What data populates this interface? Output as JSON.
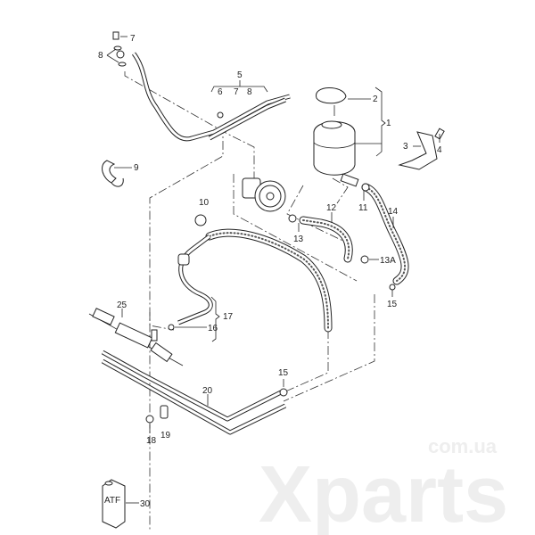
{
  "watermark": {
    "brand": "Xparts",
    "domain": "com.ua"
  },
  "callouts": {
    "c7a": "7",
    "c8a": "8",
    "c5": "5",
    "c6": "6",
    "c7b": "7",
    "c8b": "8",
    "c2": "2",
    "c1": "1",
    "c3": "3",
    "c4": "4",
    "c9": "9",
    "c10": "10",
    "c11": "11",
    "c12": "12",
    "c14": "14",
    "c13": "13",
    "c13a": "13A",
    "c15a": "15",
    "c25": "25",
    "c17": "17",
    "c16": "16",
    "c15b": "15",
    "c20": "20",
    "c18": "18",
    "c19": "19",
    "c30": "30"
  },
  "container_label": "ATF"
}
